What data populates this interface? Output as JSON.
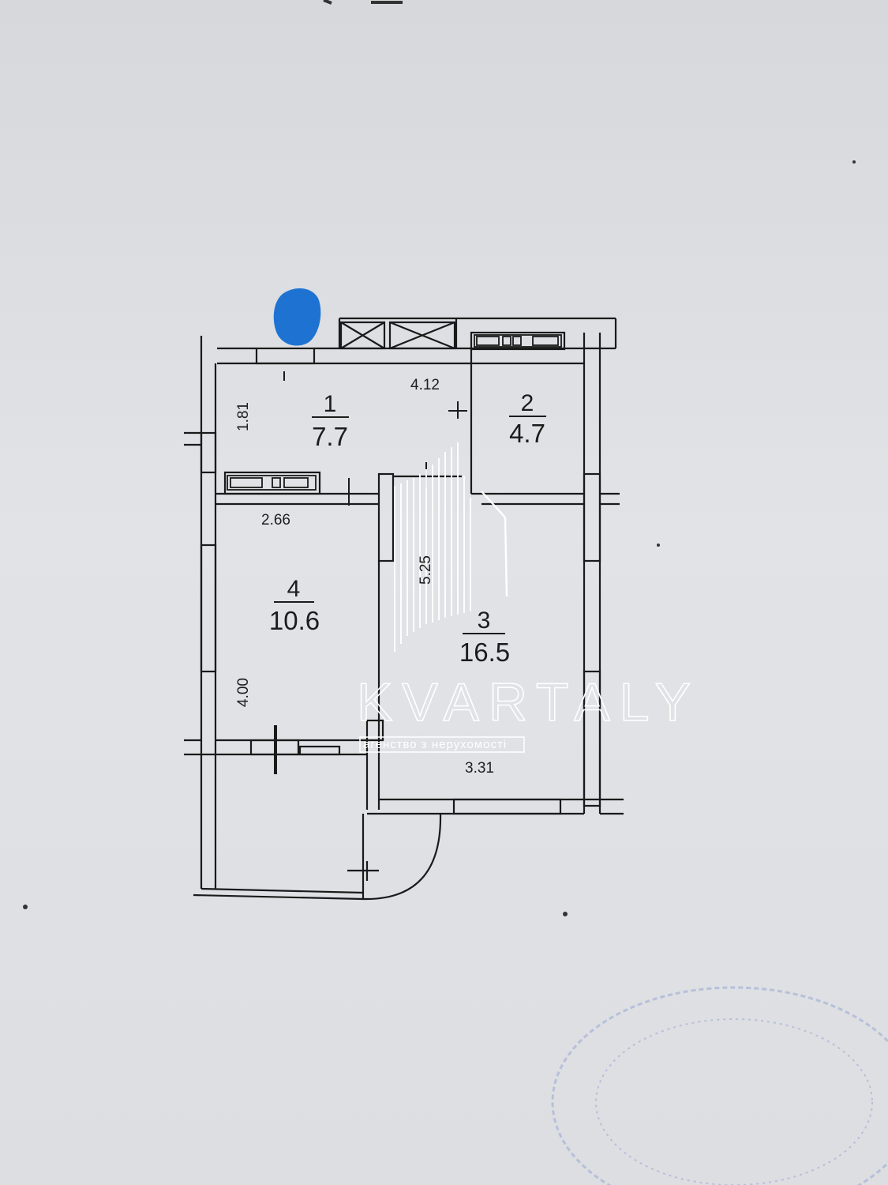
{
  "rooms": [
    {
      "number": "1",
      "area": "7.7"
    },
    {
      "number": "2",
      "area": "4.7"
    },
    {
      "number": "3",
      "area": "16.5"
    },
    {
      "number": "4",
      "area": "10.6"
    }
  ],
  "dimensions": [
    "4.12",
    "1.81",
    "2.66",
    "5.25",
    "4.00",
    "3.31"
  ],
  "watermark": {
    "brand": "KVARTALY",
    "subtitle": "агенство з нерухомості"
  },
  "colors": {
    "paper": "#dcdee1",
    "lines": "#1a1a1a",
    "redaction_mark": "#1e73d2",
    "stamp": "#6f88c9",
    "watermark": "#ffffff"
  }
}
